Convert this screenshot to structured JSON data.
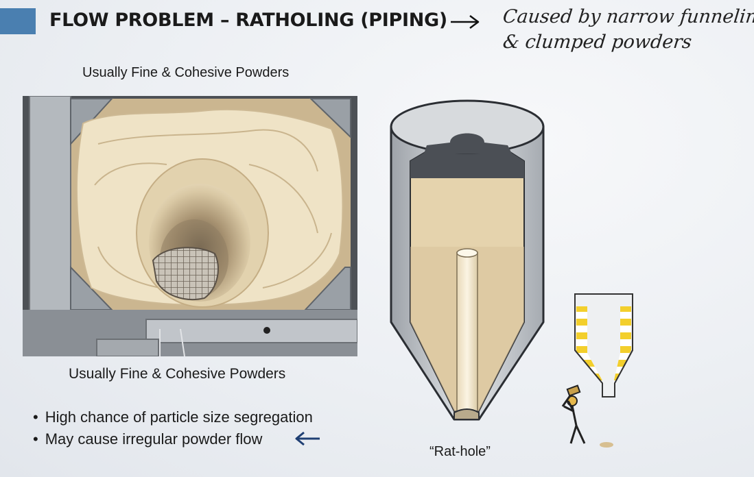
{
  "title": "FLOW PROBLEM – RATHOLING (PIPING)",
  "note": {
    "line1": "Caused by narrow funneling",
    "line2": "& clumped powders"
  },
  "caption_top": "Usually Fine & Cohesive Powders",
  "caption_bottom": "Usually Fine & Cohesive Powders",
  "bullets": [
    "High chance of particle size segregation",
    "May cause irregular powder flow"
  ],
  "silo_label": "“Rat-hole”",
  "colors": {
    "accent": "#4a7fb0",
    "powder": "#ecdcbc",
    "steel": "#c9cdd2",
    "arrow_blue": "#1f3f73",
    "stripe_yellow": "#f3cf2c"
  },
  "icons": [
    "right-arrow-icon",
    "left-arrow-icon"
  ]
}
